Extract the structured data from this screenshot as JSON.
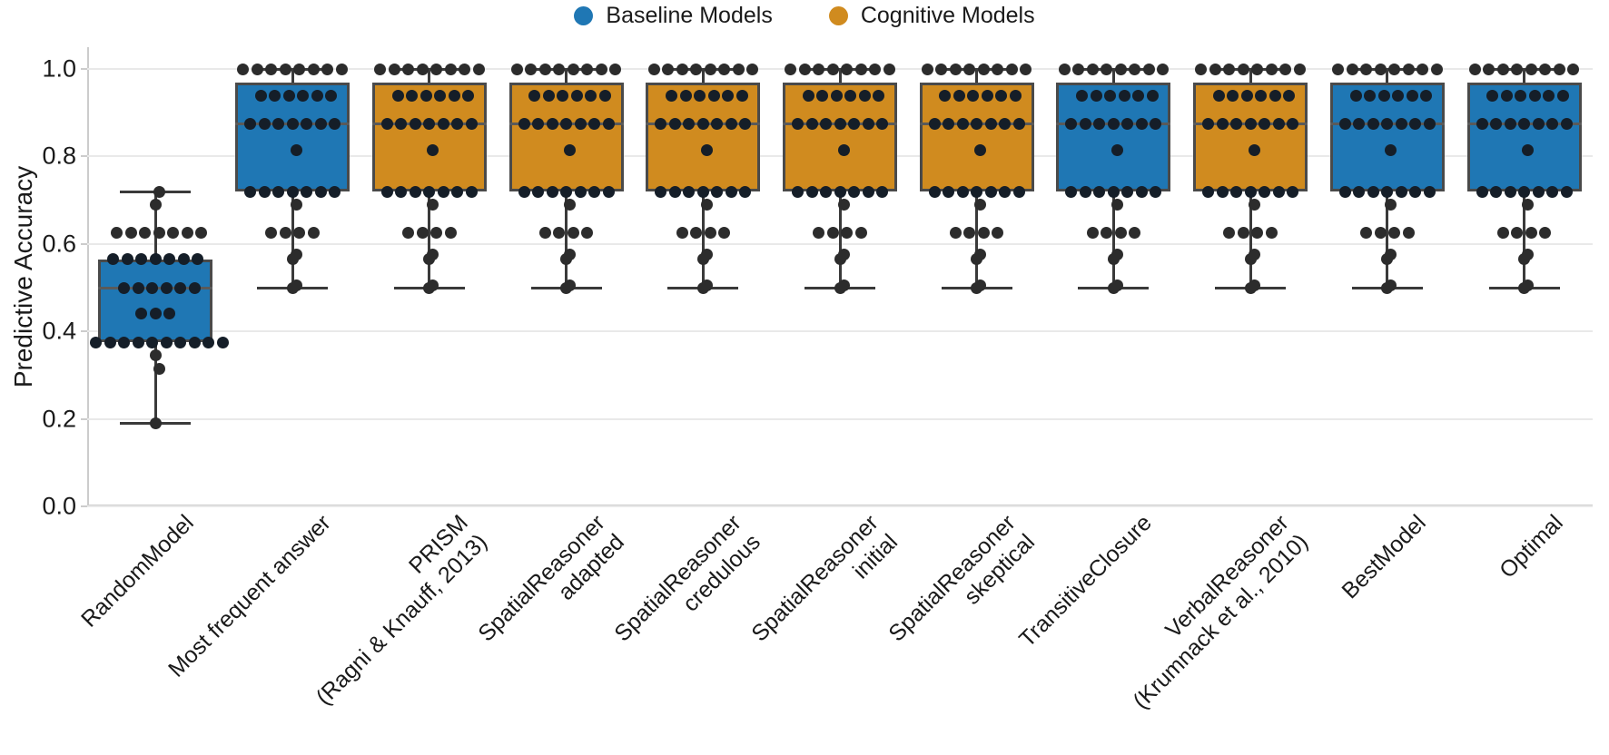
{
  "legend": {
    "position": "top-center",
    "entries": [
      {
        "label": "Baseline Models",
        "color": "#1f77b4",
        "icon": "circle-marker-icon"
      },
      {
        "label": "Cognitive Models",
        "color": "#d08b1f",
        "icon": "circle-marker-icon"
      }
    ]
  },
  "axes": {
    "ylabel": "Predictive Accuracy",
    "xlabel": "",
    "yticks": [
      "0.0",
      "0.2",
      "0.4",
      "0.6",
      "0.8",
      "1.0"
    ],
    "ylim": [
      0.0,
      1.05
    ],
    "grid": "horizontal"
  },
  "colors": {
    "baseline": "#1f77b4",
    "cognitive": "#d08b1f",
    "box_edge": "#4a4a4a",
    "median": "#5a5a5a",
    "whisker": "#3a3a3a",
    "point": "#2c2c2c",
    "gridline": "#e9e9e9",
    "spine": "#cccccc",
    "background": "#ffffff"
  },
  "chart_data": {
    "type": "box",
    "title": "",
    "xlabel": "",
    "ylabel": "Predictive Accuracy",
    "ylim": [
      0.0,
      1.05
    ],
    "grid": true,
    "legend_position": "top-center",
    "categories": [
      "RandomModel",
      "Most frequent answer",
      "PRISM\n(Ragni & Knauff, 2013)",
      "SpatialReasoner\nadapted",
      "SpatialReasoner\ncredulous",
      "SpatialReasoner\ninitial",
      "SpatialReasoner\nskeptical",
      "TransitiveClosure",
      "VerbalReasoner\n(Krumnack et al., 2010)",
      "BestModel",
      "Optimal"
    ],
    "series": [
      {
        "name": "RandomModel",
        "group": "Baseline Models",
        "color": "#1f77b4",
        "whisker_low": 0.19,
        "q1": 0.375,
        "median": 0.5,
        "q3": 0.565,
        "whisker_high": 0.72,
        "points": [
          0.19,
          0.315,
          0.345,
          0.375,
          0.375,
          0.375,
          0.375,
          0.375,
          0.375,
          0.375,
          0.375,
          0.375,
          0.375,
          0.44,
          0.44,
          0.44,
          0.5,
          0.5,
          0.5,
          0.5,
          0.5,
          0.5,
          0.565,
          0.565,
          0.565,
          0.565,
          0.565,
          0.565,
          0.565,
          0.625,
          0.625,
          0.625,
          0.625,
          0.625,
          0.625,
          0.625,
          0.69,
          0.72
        ]
      },
      {
        "name": "Most frequent answer",
        "group": "Baseline Models",
        "color": "#1f77b4",
        "whisker_low": 0.5,
        "q1": 0.72,
        "median": 0.875,
        "q3": 0.97,
        "whisker_high": 1.0,
        "points": [
          0.5,
          0.505,
          0.565,
          0.575,
          0.625,
          0.625,
          0.625,
          0.625,
          0.69,
          0.72,
          0.72,
          0.72,
          0.72,
          0.72,
          0.72,
          0.72,
          0.815,
          0.875,
          0.875,
          0.875,
          0.875,
          0.875,
          0.875,
          0.875,
          0.94,
          0.94,
          0.94,
          0.94,
          0.94,
          0.94,
          1.0,
          1.0,
          1.0,
          1.0,
          1.0,
          1.0,
          1.0,
          1.0
        ]
      },
      {
        "name": "PRISM (Ragni & Knauff, 2013)",
        "group": "Cognitive Models",
        "color": "#d08b1f",
        "whisker_low": 0.5,
        "q1": 0.72,
        "median": 0.875,
        "q3": 0.97,
        "whisker_high": 1.0,
        "points": [
          0.5,
          0.505,
          0.565,
          0.575,
          0.625,
          0.625,
          0.625,
          0.625,
          0.69,
          0.72,
          0.72,
          0.72,
          0.72,
          0.72,
          0.72,
          0.72,
          0.815,
          0.875,
          0.875,
          0.875,
          0.875,
          0.875,
          0.875,
          0.875,
          0.94,
          0.94,
          0.94,
          0.94,
          0.94,
          0.94,
          1.0,
          1.0,
          1.0,
          1.0,
          1.0,
          1.0,
          1.0,
          1.0
        ]
      },
      {
        "name": "SpatialReasoner adapted",
        "group": "Cognitive Models",
        "color": "#d08b1f",
        "whisker_low": 0.5,
        "q1": 0.72,
        "median": 0.875,
        "q3": 0.97,
        "whisker_high": 1.0,
        "points": [
          0.5,
          0.505,
          0.565,
          0.575,
          0.625,
          0.625,
          0.625,
          0.625,
          0.69,
          0.72,
          0.72,
          0.72,
          0.72,
          0.72,
          0.72,
          0.72,
          0.815,
          0.875,
          0.875,
          0.875,
          0.875,
          0.875,
          0.875,
          0.875,
          0.94,
          0.94,
          0.94,
          0.94,
          0.94,
          0.94,
          1.0,
          1.0,
          1.0,
          1.0,
          1.0,
          1.0,
          1.0,
          1.0
        ]
      },
      {
        "name": "SpatialReasoner credulous",
        "group": "Cognitive Models",
        "color": "#d08b1f",
        "whisker_low": 0.5,
        "q1": 0.72,
        "median": 0.875,
        "q3": 0.97,
        "whisker_high": 1.0,
        "points": [
          0.5,
          0.505,
          0.565,
          0.575,
          0.625,
          0.625,
          0.625,
          0.625,
          0.69,
          0.72,
          0.72,
          0.72,
          0.72,
          0.72,
          0.72,
          0.72,
          0.815,
          0.875,
          0.875,
          0.875,
          0.875,
          0.875,
          0.875,
          0.875,
          0.94,
          0.94,
          0.94,
          0.94,
          0.94,
          0.94,
          1.0,
          1.0,
          1.0,
          1.0,
          1.0,
          1.0,
          1.0,
          1.0
        ]
      },
      {
        "name": "SpatialReasoner initial",
        "group": "Cognitive Models",
        "color": "#d08b1f",
        "whisker_low": 0.5,
        "q1": 0.72,
        "median": 0.875,
        "q3": 0.97,
        "whisker_high": 1.0,
        "points": [
          0.5,
          0.505,
          0.565,
          0.575,
          0.625,
          0.625,
          0.625,
          0.625,
          0.69,
          0.72,
          0.72,
          0.72,
          0.72,
          0.72,
          0.72,
          0.72,
          0.815,
          0.875,
          0.875,
          0.875,
          0.875,
          0.875,
          0.875,
          0.875,
          0.94,
          0.94,
          0.94,
          0.94,
          0.94,
          0.94,
          1.0,
          1.0,
          1.0,
          1.0,
          1.0,
          1.0,
          1.0,
          1.0
        ]
      },
      {
        "name": "SpatialReasoner skeptical",
        "group": "Cognitive Models",
        "color": "#d08b1f",
        "whisker_low": 0.5,
        "q1": 0.72,
        "median": 0.875,
        "q3": 0.97,
        "whisker_high": 1.0,
        "points": [
          0.5,
          0.505,
          0.565,
          0.575,
          0.625,
          0.625,
          0.625,
          0.625,
          0.69,
          0.72,
          0.72,
          0.72,
          0.72,
          0.72,
          0.72,
          0.72,
          0.815,
          0.875,
          0.875,
          0.875,
          0.875,
          0.875,
          0.875,
          0.875,
          0.94,
          0.94,
          0.94,
          0.94,
          0.94,
          0.94,
          1.0,
          1.0,
          1.0,
          1.0,
          1.0,
          1.0,
          1.0,
          1.0
        ]
      },
      {
        "name": "TransitiveClosure",
        "group": "Baseline Models",
        "color": "#1f77b4",
        "whisker_low": 0.5,
        "q1": 0.72,
        "median": 0.875,
        "q3": 0.97,
        "whisker_high": 1.0,
        "points": [
          0.5,
          0.505,
          0.565,
          0.575,
          0.625,
          0.625,
          0.625,
          0.625,
          0.69,
          0.72,
          0.72,
          0.72,
          0.72,
          0.72,
          0.72,
          0.72,
          0.815,
          0.875,
          0.875,
          0.875,
          0.875,
          0.875,
          0.875,
          0.875,
          0.94,
          0.94,
          0.94,
          0.94,
          0.94,
          0.94,
          1.0,
          1.0,
          1.0,
          1.0,
          1.0,
          1.0,
          1.0,
          1.0
        ]
      },
      {
        "name": "VerbalReasoner (Krumnack et al., 2010)",
        "group": "Cognitive Models",
        "color": "#d08b1f",
        "whisker_low": 0.5,
        "q1": 0.72,
        "median": 0.875,
        "q3": 0.97,
        "whisker_high": 1.0,
        "points": [
          0.5,
          0.505,
          0.565,
          0.575,
          0.625,
          0.625,
          0.625,
          0.625,
          0.69,
          0.72,
          0.72,
          0.72,
          0.72,
          0.72,
          0.72,
          0.72,
          0.815,
          0.875,
          0.875,
          0.875,
          0.875,
          0.875,
          0.875,
          0.875,
          0.94,
          0.94,
          0.94,
          0.94,
          0.94,
          0.94,
          1.0,
          1.0,
          1.0,
          1.0,
          1.0,
          1.0,
          1.0,
          1.0
        ]
      },
      {
        "name": "BestModel",
        "group": "Baseline Models",
        "color": "#1f77b4",
        "whisker_low": 0.5,
        "q1": 0.72,
        "median": 0.875,
        "q3": 0.97,
        "whisker_high": 1.0,
        "points": [
          0.5,
          0.505,
          0.565,
          0.575,
          0.625,
          0.625,
          0.625,
          0.625,
          0.69,
          0.72,
          0.72,
          0.72,
          0.72,
          0.72,
          0.72,
          0.72,
          0.815,
          0.875,
          0.875,
          0.875,
          0.875,
          0.875,
          0.875,
          0.875,
          0.94,
          0.94,
          0.94,
          0.94,
          0.94,
          0.94,
          1.0,
          1.0,
          1.0,
          1.0,
          1.0,
          1.0,
          1.0,
          1.0
        ]
      },
      {
        "name": "Optimal",
        "group": "Baseline Models",
        "color": "#1f77b4",
        "whisker_low": 0.5,
        "q1": 0.72,
        "median": 0.875,
        "q3": 0.97,
        "whisker_high": 1.0,
        "points": [
          0.5,
          0.505,
          0.565,
          0.575,
          0.625,
          0.625,
          0.625,
          0.625,
          0.69,
          0.72,
          0.72,
          0.72,
          0.72,
          0.72,
          0.72,
          0.72,
          0.815,
          0.875,
          0.875,
          0.875,
          0.875,
          0.875,
          0.875,
          0.875,
          0.94,
          0.94,
          0.94,
          0.94,
          0.94,
          0.94,
          1.0,
          1.0,
          1.0,
          1.0,
          1.0,
          1.0,
          1.0,
          1.0
        ]
      }
    ]
  }
}
